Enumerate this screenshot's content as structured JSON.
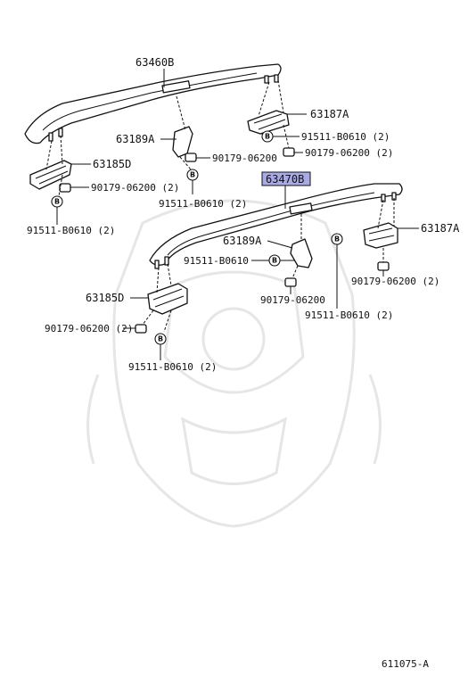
{
  "diagram": {
    "callouts": [
      {
        "id": "p63460B",
        "text": "63460B"
      },
      {
        "id": "p63187A_top",
        "text": "63187A"
      },
      {
        "id": "p63189A_top",
        "text": "63189A"
      },
      {
        "id": "p91511_top_right",
        "text": "91511-B0610 (2)"
      },
      {
        "id": "p90179_top_mid",
        "text": "90179-06200"
      },
      {
        "id": "p90179_top_right",
        "text": "90179-06200 (2)"
      },
      {
        "id": "p63185D_top",
        "text": "63185D"
      },
      {
        "id": "p90179_top_left",
        "text": "90179-06200 (2)"
      },
      {
        "id": "p91511_top_mid",
        "text": "91511-B0610 (2)"
      },
      {
        "id": "p91511_top_left",
        "text": "91511-B0610 (2)"
      },
      {
        "id": "p63470B",
        "text": "63470B"
      },
      {
        "id": "p63189A_bot",
        "text": "63189A"
      },
      {
        "id": "p63187A_bot",
        "text": "63187A"
      },
      {
        "id": "p91511_bot_mid",
        "text": "91511-B0610"
      },
      {
        "id": "p63185D_bot",
        "text": "63185D"
      },
      {
        "id": "p90179_bot_mid",
        "text": "90179-06200"
      },
      {
        "id": "p90179_bot_right",
        "text": "90179-06200 (2)"
      },
      {
        "id": "p90179_bot_left",
        "text": "90179-06200 (2)"
      },
      {
        "id": "p91511_bot_right",
        "text": "91511-B0610 (2)"
      },
      {
        "id": "p91511_bot_left",
        "text": "91511-B0610 (2)"
      }
    ],
    "bolt_marker": "B",
    "highlight_color": "#a9a9e6",
    "figure_code": "611075-A"
  }
}
